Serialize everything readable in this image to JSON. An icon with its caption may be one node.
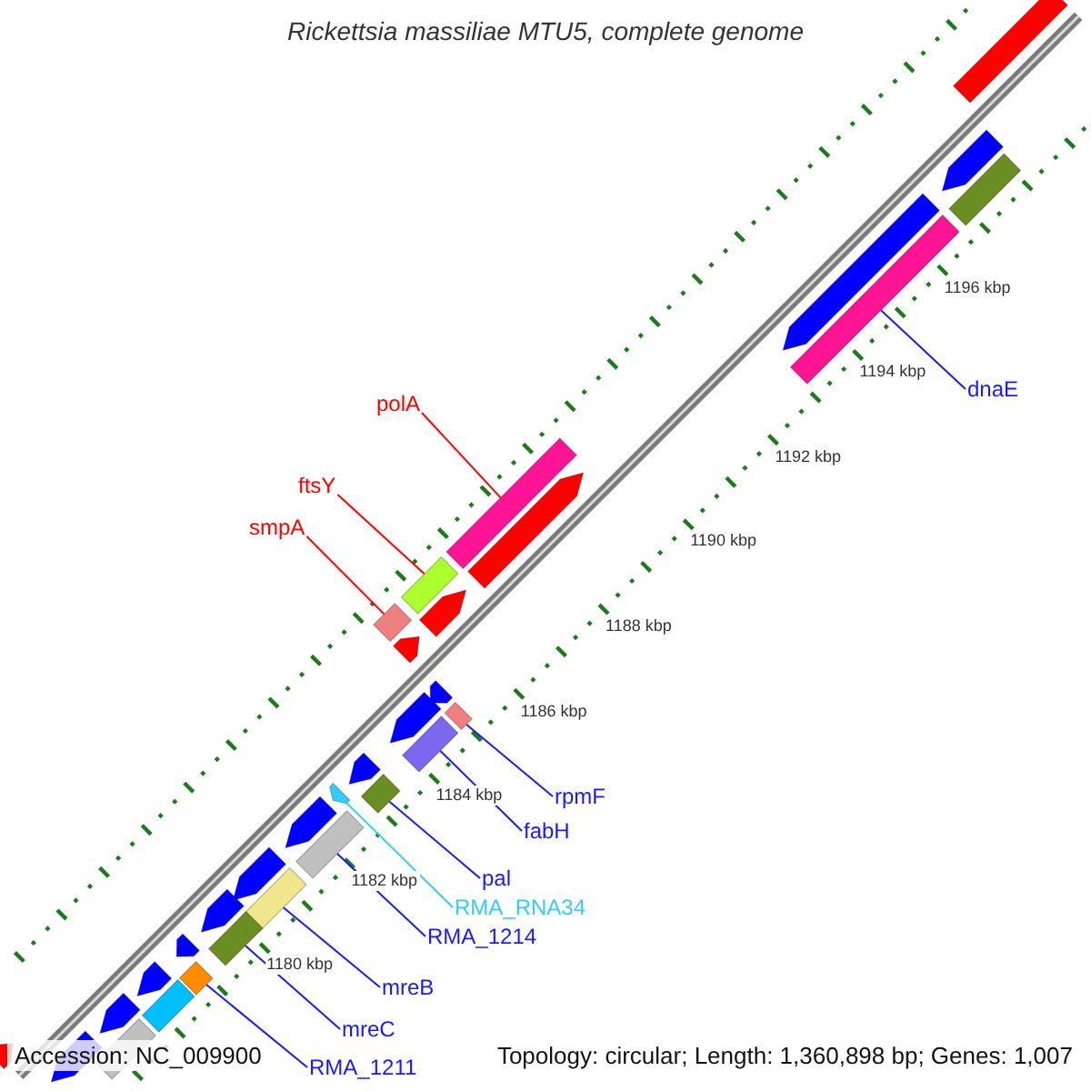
{
  "diagram": {
    "title": "Rickettsia massiliae MTU5, complete genome",
    "nodes": [
      {
        "text": [
          "dnaE"
        ]
      },
      {
        "text": [
          "polA"
        ]
      },
      {
        "text": [
          "ftsY"
        ]
      },
      {
        "text": [
          "smpA"
        ]
      },
      {
        "text": [
          "rpmF"
        ]
      },
      {
        "text": [
          "fabH"
        ]
      },
      {
        "text": [
          "pal"
        ]
      },
      {
        "text": [
          "RMA_RNA34"
        ]
      },
      {
        "text": [
          "RMA_1214"
        ]
      },
      {
        "text": [
          "mreB"
        ]
      },
      {
        "text": [
          "mreC"
        ]
      },
      {
        "text": [
          "RMA_1211"
        ]
      },
      {
        "text": [],
        "shape": "bar"
      },
      {
        "text": [],
        "shape": "bar"
      },
      {
        "text": [],
        "shape": "bar"
      },
      {
        "text": [],
        "shape": "bar"
      },
      {
        "text": [],
        "shape": "bar"
      },
      {
        "text": [],
        "shape": "bar"
      },
      {
        "text": [],
        "shape": "bar"
      },
      {
        "text": [],
        "shape": "arrow"
      },
      {
        "text": [],
        "shape": "bar"
      },
      {
        "text": [],
        "shape": "bar"
      },
      {
        "text": [],
        "shape": "bar"
      },
      {
        "text": [],
        "shape": "bar"
      },
      {
        "text": [],
        "shape": "arrow"
      },
      {
        "text": [],
        "shape": "arrow"
      },
      {
        "text": [],
        "shape": "arrow"
      },
      {
        "text": [],
        "shape": "arrow"
      },
      {
        "text": [],
        "shape": "arrow"
      },
      {
        "text": [],
        "shape": "arrow"
      },
      {
        "text": [],
        "shape": "arrow"
      },
      {
        "text": [],
        "shape": "arrow"
      },
      {
        "text": [],
        "shape": "arrow"
      },
      {
        "text": [],
        "shape": "arrow"
      },
      {
        "text": [],
        "shape": "arrow"
      },
      {
        "text": [],
        "shape": "arrow"
      },
      {
        "text": [],
        "shape": "arrow"
      },
      {
        "text": [],
        "shape": "arrow"
      },
      {
        "text": [],
        "shape": "arrow"
      },
      {
        "text": [],
        "shape": "arrow"
      },
      {
        "text": [],
        "shape": "arrow"
      },
      {
        "text": [],
        "shape": "bar"
      },
      {
        "text": [],
        "shape": "bar"
      },
      {
        "text": [],
        "shape": "bar"
      }
    ],
    "edges": [
      {
        "from": 0,
        "to": 12,
        "arrow": "none"
      },
      {
        "from": 1,
        "to": 13,
        "arrow": "none",
        "color": "#ff0000"
      },
      {
        "from": 2,
        "to": 14,
        "arrow": "none",
        "color": "#ff0000"
      },
      {
        "from": 3,
        "to": 15,
        "arrow": "none",
        "color": "#ff0000"
      },
      {
        "from": 4,
        "to": 16,
        "arrow": "none"
      },
      {
        "from": 5,
        "to": 17,
        "arrow": "none"
      },
      {
        "from": 6,
        "to": 18,
        "arrow": "none"
      },
      {
        "from": 7,
        "to": 19,
        "arrow": "none",
        "color": "#33ccff"
      },
      {
        "from": 8,
        "to": 20,
        "arrow": "none"
      },
      {
        "from": 9,
        "to": 21,
        "arrow": "none"
      },
      {
        "from": 10,
        "to": 22,
        "arrow": "none"
      },
      {
        "from": 11,
        "to": 23,
        "arrow": "none"
      }
    ],
    "labels": [
      "1196 kbp",
      "1194 kbp",
      "1192 kbp",
      "1190 kbp",
      "1188 kbp",
      "1186 kbp",
      "1184 kbp",
      "1182 kbp",
      "1180 kbp",
      "Accession: NC_009900",
      "Topology: circular; Length: 1,360,898 bp; Genes: 1,007"
    ]
  }
}
